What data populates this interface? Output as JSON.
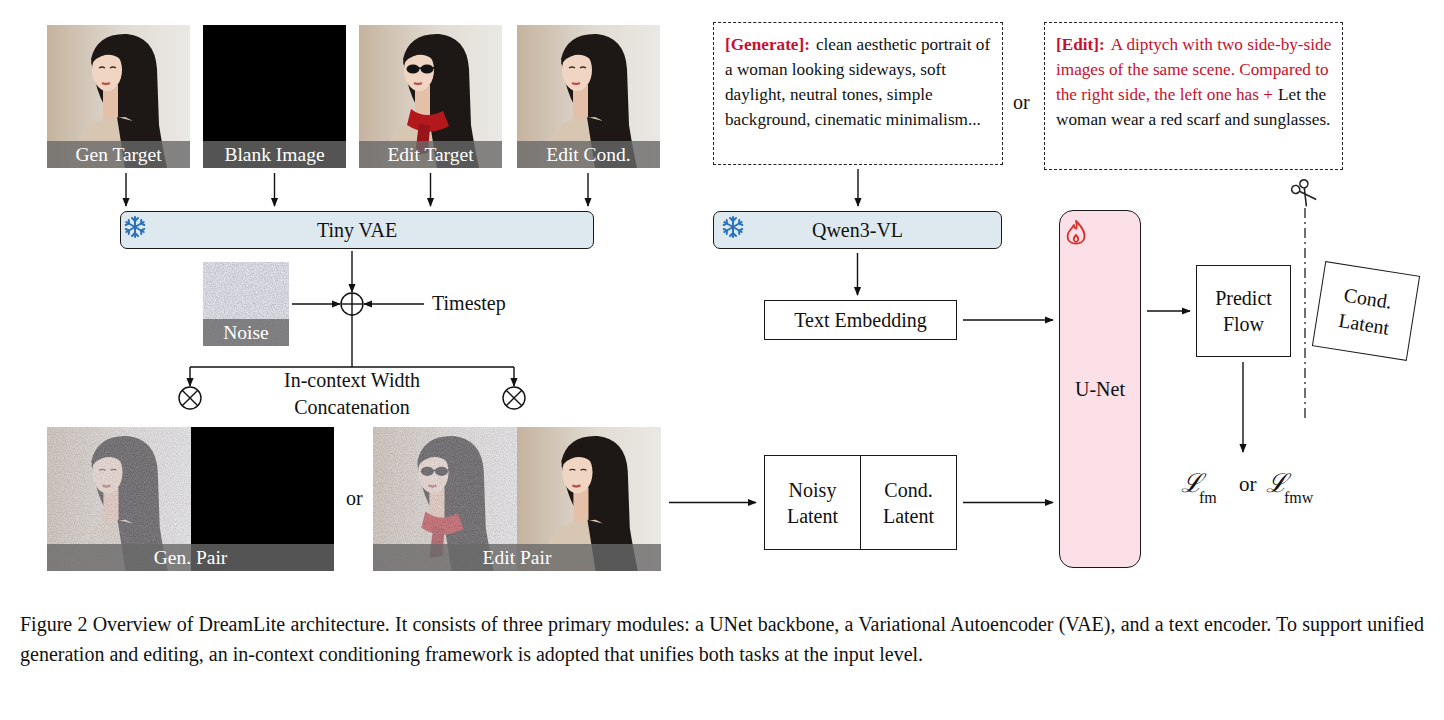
{
  "diagram": {
    "caption": "Figure 2 Overview of DreamLite architecture. It consists of three primary modules: a UNet backbone, a Variational Autoencoder (VAE), and a text encoder. To support unified generation and editing, an in-context conditioning framework is adopted that unifies both tasks at the input level.",
    "nodes": [
      {
        "text": [
          "Gen Target"
        ]
      },
      {
        "text": [
          "Blank Image"
        ]
      },
      {
        "text": [
          "Edit Target"
        ]
      },
      {
        "text": [
          "Edit Cond."
        ]
      },
      {
        "text": [
          "[Generate]:",
          "clean aesthetic portrait of a woman looking sideways, soft daylight, neutral tones, simple background, cinematic minimalism..."
        ]
      },
      {
        "text": [
          "[Edit]:",
          "A diptych with two side-by-side images of the same scene. Compared to the right side, the left one has +",
          "Let the woman wear a red scarf and sunglasses."
        ]
      },
      {
        "text": [
          "Tiny VAE"
        ]
      },
      {
        "text": [
          "Qwen3-VL"
        ]
      },
      {
        "text": [
          "Noise"
        ]
      },
      {
        "text": [
          "Text Embedding"
        ]
      },
      {
        "text": [
          "U-Net"
        ]
      },
      {
        "text": [
          "Predict Flow"
        ]
      },
      {
        "text": [
          "Cond. Latent"
        ]
      },
      {
        "text": [
          "Gen. Pair"
        ]
      },
      {
        "text": [
          "Edit Pair"
        ]
      },
      {
        "text": [
          "Noisy Latent"
        ]
      },
      {
        "text": [
          "Cond. Latent"
        ]
      }
    ],
    "edges": [
      {
        "from": 0,
        "to": 6,
        "arrow": "to"
      },
      {
        "from": 1,
        "to": 6,
        "arrow": "to"
      },
      {
        "from": 2,
        "to": 6,
        "arrow": "to"
      },
      {
        "from": 3,
        "to": 6,
        "arrow": "to"
      },
      {
        "from": 4,
        "to": 7,
        "arrow": "to"
      },
      {
        "from": 7,
        "to": 9,
        "arrow": "to"
      },
      {
        "from": 9,
        "to": 10,
        "arrow": "to"
      },
      {
        "from": 14,
        "to": 15,
        "arrow": "to"
      },
      {
        "from": 16,
        "to": 10,
        "arrow": "to"
      },
      {
        "from": 10,
        "to": 11,
        "arrow": "to"
      }
    ],
    "labels": [
      "Timestep",
      "In-context Width Concatenation",
      "or",
      "or",
      "ℒ",
      "fm",
      "or",
      "ℒ",
      "fmw"
    ]
  }
}
